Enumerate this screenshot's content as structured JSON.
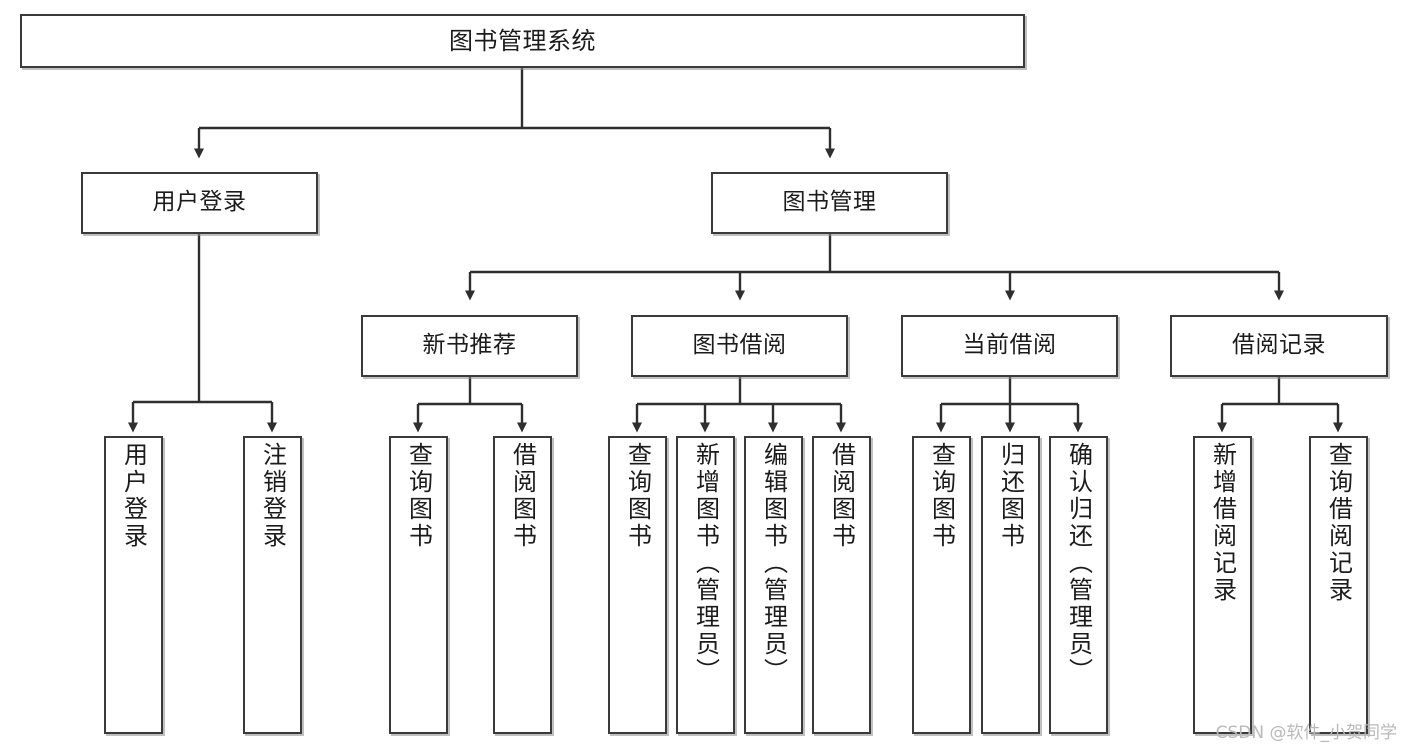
{
  "diagram": {
    "title": "图书管理系统",
    "type": "tree-hierarchy",
    "root": {
      "label": "图书管理系统"
    },
    "level2": [
      {
        "label": "用户登录"
      },
      {
        "label": "图书管理"
      }
    ],
    "level3": [
      {
        "label": "新书推荐"
      },
      {
        "label": "图书借阅"
      },
      {
        "label": "当前借阅"
      },
      {
        "label": "借阅记录"
      }
    ],
    "leaves": {
      "user_login": [
        {
          "label": "用户登录"
        },
        {
          "label": "注销登录"
        }
      ],
      "new_book_recommend": [
        {
          "label": "查询图书"
        },
        {
          "label": "借阅图书"
        }
      ],
      "book_borrow": [
        {
          "label": "查询图书"
        },
        {
          "label": "新增图书（管理员）"
        },
        {
          "label": "编辑图书（管理员）"
        },
        {
          "label": "借阅图书"
        }
      ],
      "current_borrow": [
        {
          "label": "查询图书"
        },
        {
          "label": "归还图书"
        },
        {
          "label": "确认归还（管理员）"
        }
      ],
      "borrow_record": [
        {
          "label": "新增借阅记录"
        },
        {
          "label": "查询借阅记录"
        }
      ]
    }
  },
  "watermark": {
    "text": "CSDN @软件_小贺同学"
  },
  "colors": {
    "border": "#3a3a3a",
    "fill": "#ffffff",
    "text": "#1b1b1b",
    "watermark": "#b9b9b9"
  }
}
